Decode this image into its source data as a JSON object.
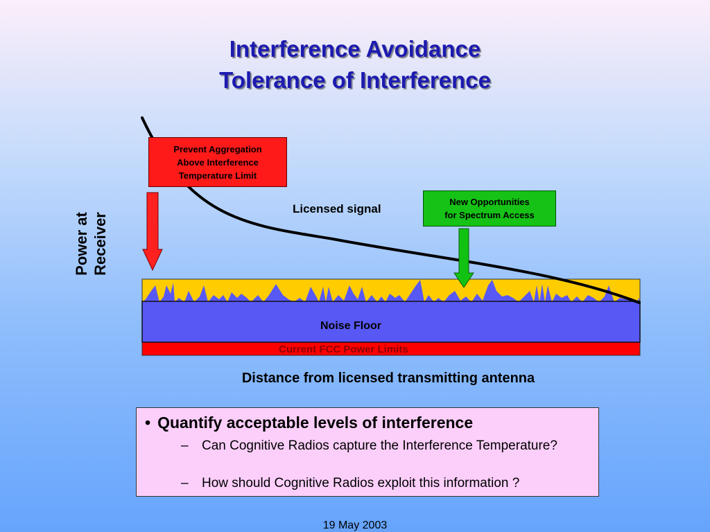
{
  "slide": {
    "title_line1": "Interference Avoidance",
    "title_line2": "Tolerance of Interference",
    "ylabel": "Power at\nReceiver",
    "xlabel": "Distance from licensed transmitting antenna",
    "date": "19 May 2003"
  },
  "diagram": {
    "callout_red": "Prevent Aggregation\nAbove Interference\nTemperature Limit",
    "callout_green": "New Opportunities\nfor Spectrum Access",
    "licensed_signal_label": "Licensed signal",
    "noise_floor_label": "Noise Floor",
    "fcc_label": "Current FCC Power Limits",
    "colors": {
      "noise_floor": "#5858f5",
      "interference_band": "#ffcc00",
      "fcc_band": "#ff0000",
      "red_arrow": "#ff2020",
      "green_arrow": "#12c212"
    }
  },
  "bullets": {
    "main": "Quantify acceptable levels of interference",
    "marker": "•",
    "sub_marker": "–",
    "subs": [
      "Can Cognitive Radios capture the Interference Temperature?",
      "How should Cognitive Radios exploit this information ?"
    ]
  }
}
